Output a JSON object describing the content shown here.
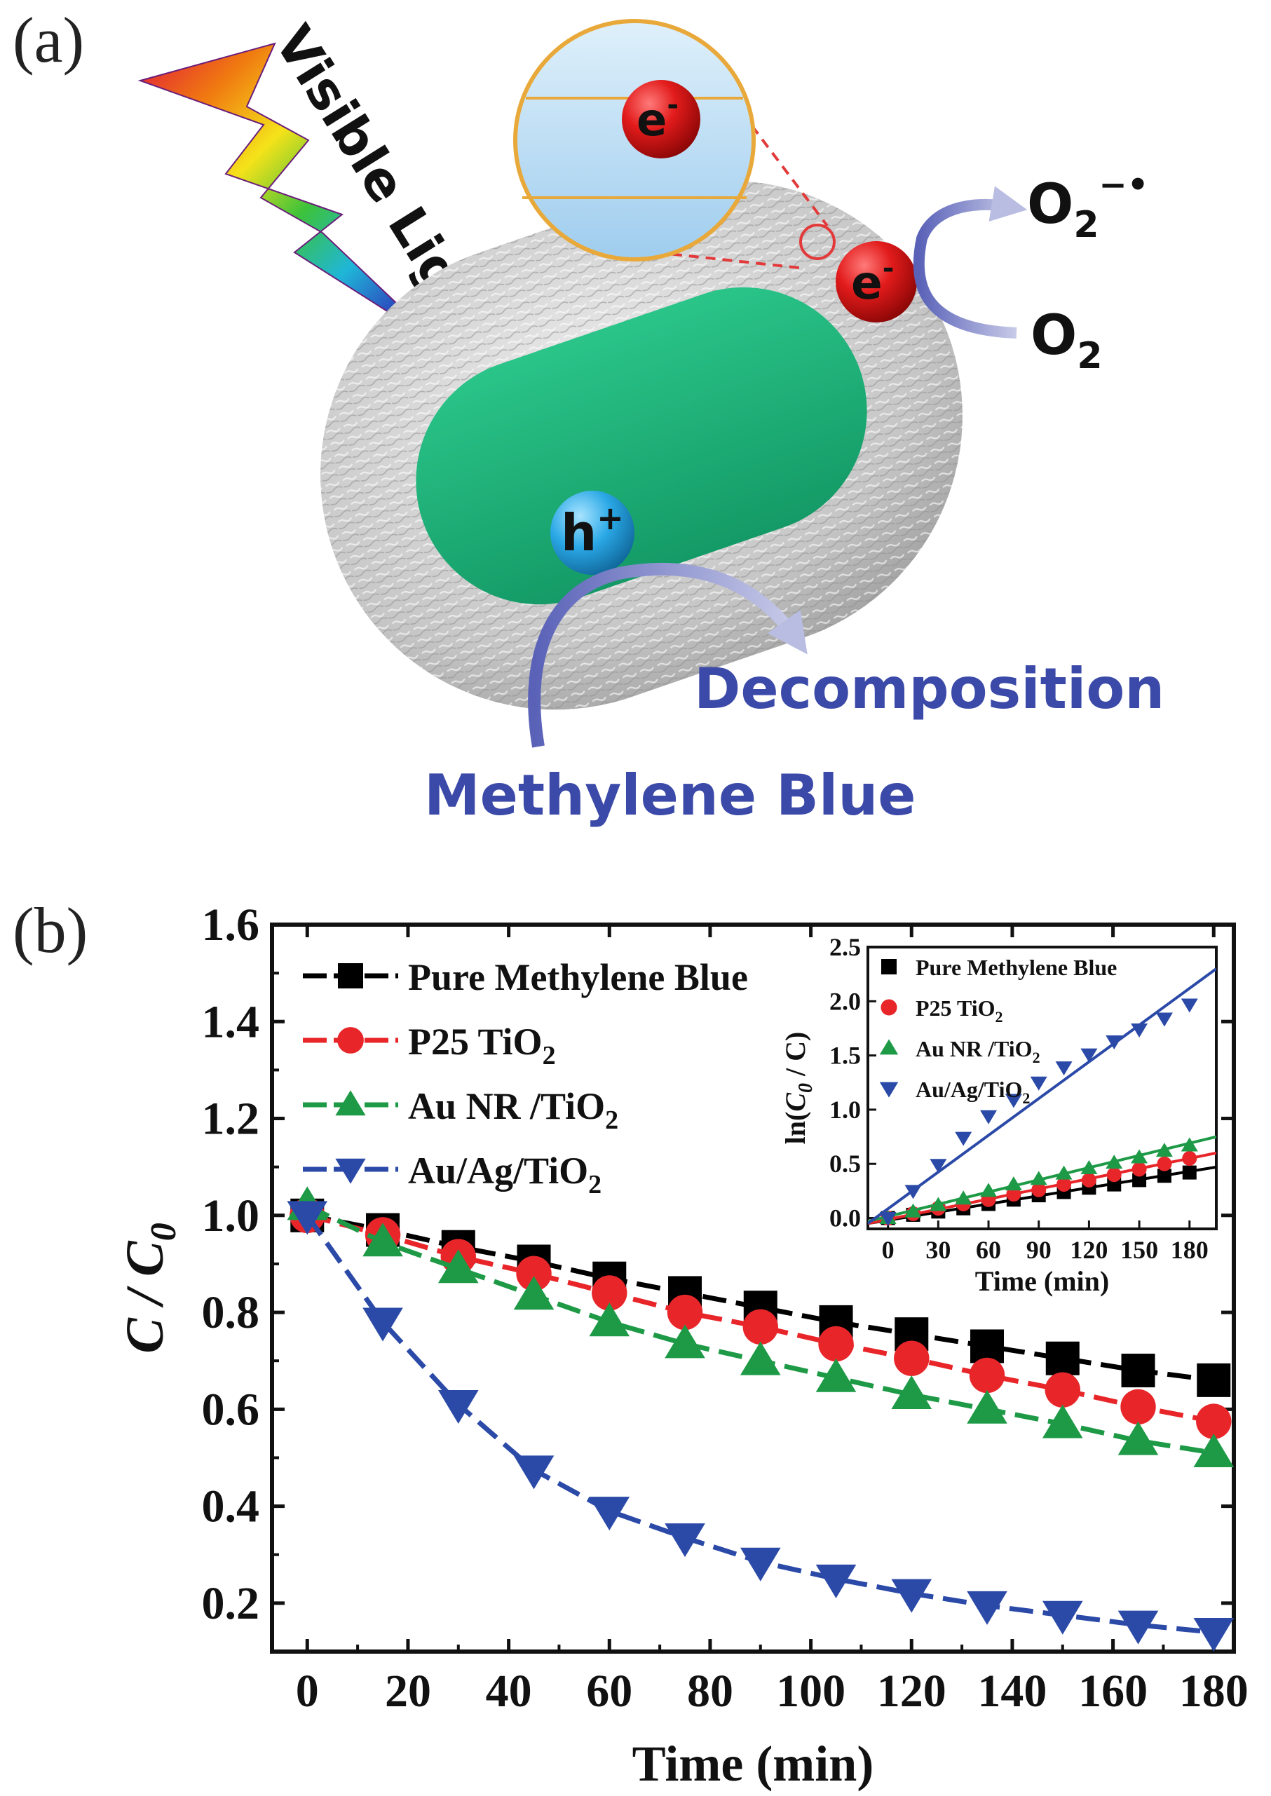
{
  "panel_a": {
    "label": "(a)",
    "light_label": "Visible Light",
    "electron": "e",
    "electron_sup": "-",
    "hole": "h",
    "hole_sup": "+",
    "o2": "O",
    "o2_sub": "2",
    "superoxide": "O",
    "superoxide_sub": "2",
    "superoxide_sup": "−•",
    "decomposition": "Decomposition",
    "methylene_blue": "Methylene Blue",
    "colors": {
      "core": "#1fb37a",
      "shell": "#c9c9c9",
      "electron": "#d81818",
      "hole": "#29a8e6",
      "text_blue": "#3b4aa8",
      "zoom_ring": "#e8a93a"
    }
  },
  "panel_b": {
    "label": "(b)"
  },
  "chart_data": [
    {
      "type": "line",
      "xlabel": "Time (min)",
      "ylabel": "C / C",
      "ylabel_sub": "0",
      "xlim": [
        -7,
        184
      ],
      "ylim": [
        0.1,
        1.6
      ],
      "xticks": [
        0,
        20,
        40,
        60,
        80,
        100,
        120,
        140,
        160,
        180
      ],
      "yticks": [
        0.2,
        0.4,
        0.6,
        0.8,
        1.0,
        1.2,
        1.4,
        1.6
      ],
      "x": [
        0,
        15,
        30,
        45,
        60,
        75,
        90,
        105,
        120,
        135,
        150,
        165,
        180
      ],
      "legend_position": "top-left",
      "series": [
        {
          "name": "Pure Methylene Blue",
          "name_main": "Pure Methylene Blue",
          "name_sub": "",
          "color": "#000000",
          "marker": "square",
          "values": [
            1.0,
            0.97,
            0.935,
            0.905,
            0.87,
            0.84,
            0.81,
            0.78,
            0.755,
            0.73,
            0.705,
            0.68,
            0.66
          ]
        },
        {
          "name": "P25 TiO2",
          "name_main": "P25 TiO",
          "name_sub": "2",
          "color": "#e8262a",
          "marker": "circle",
          "values": [
            1.0,
            0.96,
            0.915,
            0.88,
            0.84,
            0.8,
            0.77,
            0.735,
            0.705,
            0.67,
            0.64,
            0.605,
            0.575
          ]
        },
        {
          "name": "Au NR /TiO2",
          "name_main": "Au NR /TiO",
          "name_sub": "2",
          "color": "#1e9a47",
          "marker": "triangle-up",
          "values": [
            1.02,
            0.945,
            0.89,
            0.835,
            0.78,
            0.735,
            0.7,
            0.665,
            0.63,
            0.6,
            0.57,
            0.535,
            0.51
          ]
        },
        {
          "name": "Au/Ag/TiO2",
          "name_main": "Au/Ag/TiO",
          "name_sub": "2",
          "color": "#2b4aa8",
          "marker": "triangle-down",
          "values": [
            1.0,
            0.78,
            0.61,
            0.475,
            0.39,
            0.335,
            0.285,
            0.25,
            0.22,
            0.195,
            0.175,
            0.155,
            0.14
          ]
        }
      ]
    },
    {
      "type": "scatter",
      "inset": true,
      "xlabel": "Time (min)",
      "ylabel": "ln(C / C)",
      "ylabel_pre": "ln(",
      "ylabel_c0": "C",
      "ylabel_c0_sub": "0",
      "ylabel_post": " / C)",
      "xlim": [
        -12,
        196
      ],
      "ylim": [
        -0.1,
        2.5
      ],
      "xticks": [
        0,
        30,
        60,
        90,
        120,
        150,
        180
      ],
      "yticks": [
        0.0,
        0.5,
        1.0,
        1.5,
        2.0,
        2.5
      ],
      "ytick_labels": [
        "0.0",
        "0.5",
        "1.0",
        "1.5",
        "2.0",
        "2.5"
      ],
      "x": [
        0,
        15,
        30,
        45,
        60,
        75,
        90,
        105,
        120,
        135,
        150,
        165,
        180
      ],
      "legend_position": "top-left",
      "series": [
        {
          "name": "Pure Methylene Blue",
          "name_main": "Pure Methylene Blue",
          "name_sub": "",
          "color": "#000000",
          "marker": "square",
          "values": [
            0.0,
            0.03,
            0.06,
            0.09,
            0.13,
            0.17,
            0.21,
            0.24,
            0.28,
            0.31,
            0.35,
            0.39,
            0.42
          ],
          "fit": [
            -0.05,
            0.47
          ]
        },
        {
          "name": "P25 TiO2",
          "name_main": "P25 TiO",
          "name_sub": "2",
          "color": "#e8262a",
          "marker": "circle",
          "values": [
            0.0,
            0.04,
            0.09,
            0.13,
            0.17,
            0.22,
            0.26,
            0.31,
            0.35,
            0.4,
            0.45,
            0.5,
            0.55
          ],
          "fit": [
            -0.05,
            0.6
          ]
        },
        {
          "name": "Au NR /TiO2",
          "name_main": "Au NR /TiO",
          "name_sub": "2",
          "color": "#1e9a47",
          "marker": "triangle-up",
          "values": [
            0.0,
            0.06,
            0.12,
            0.18,
            0.25,
            0.31,
            0.36,
            0.41,
            0.46,
            0.51,
            0.56,
            0.62,
            0.67
          ],
          "fit": [
            -0.03,
            0.75
          ]
        },
        {
          "name": "Au/Ag/TiO2",
          "name_main": "Au/Ag/TiO",
          "name_sub": "2",
          "color": "#2b4aa8",
          "marker": "triangle-down",
          "values": [
            0.0,
            0.25,
            0.49,
            0.74,
            0.94,
            1.09,
            1.25,
            1.39,
            1.51,
            1.63,
            1.74,
            1.84,
            1.97
          ],
          "fit": [
            -0.05,
            2.3
          ]
        }
      ]
    }
  ]
}
